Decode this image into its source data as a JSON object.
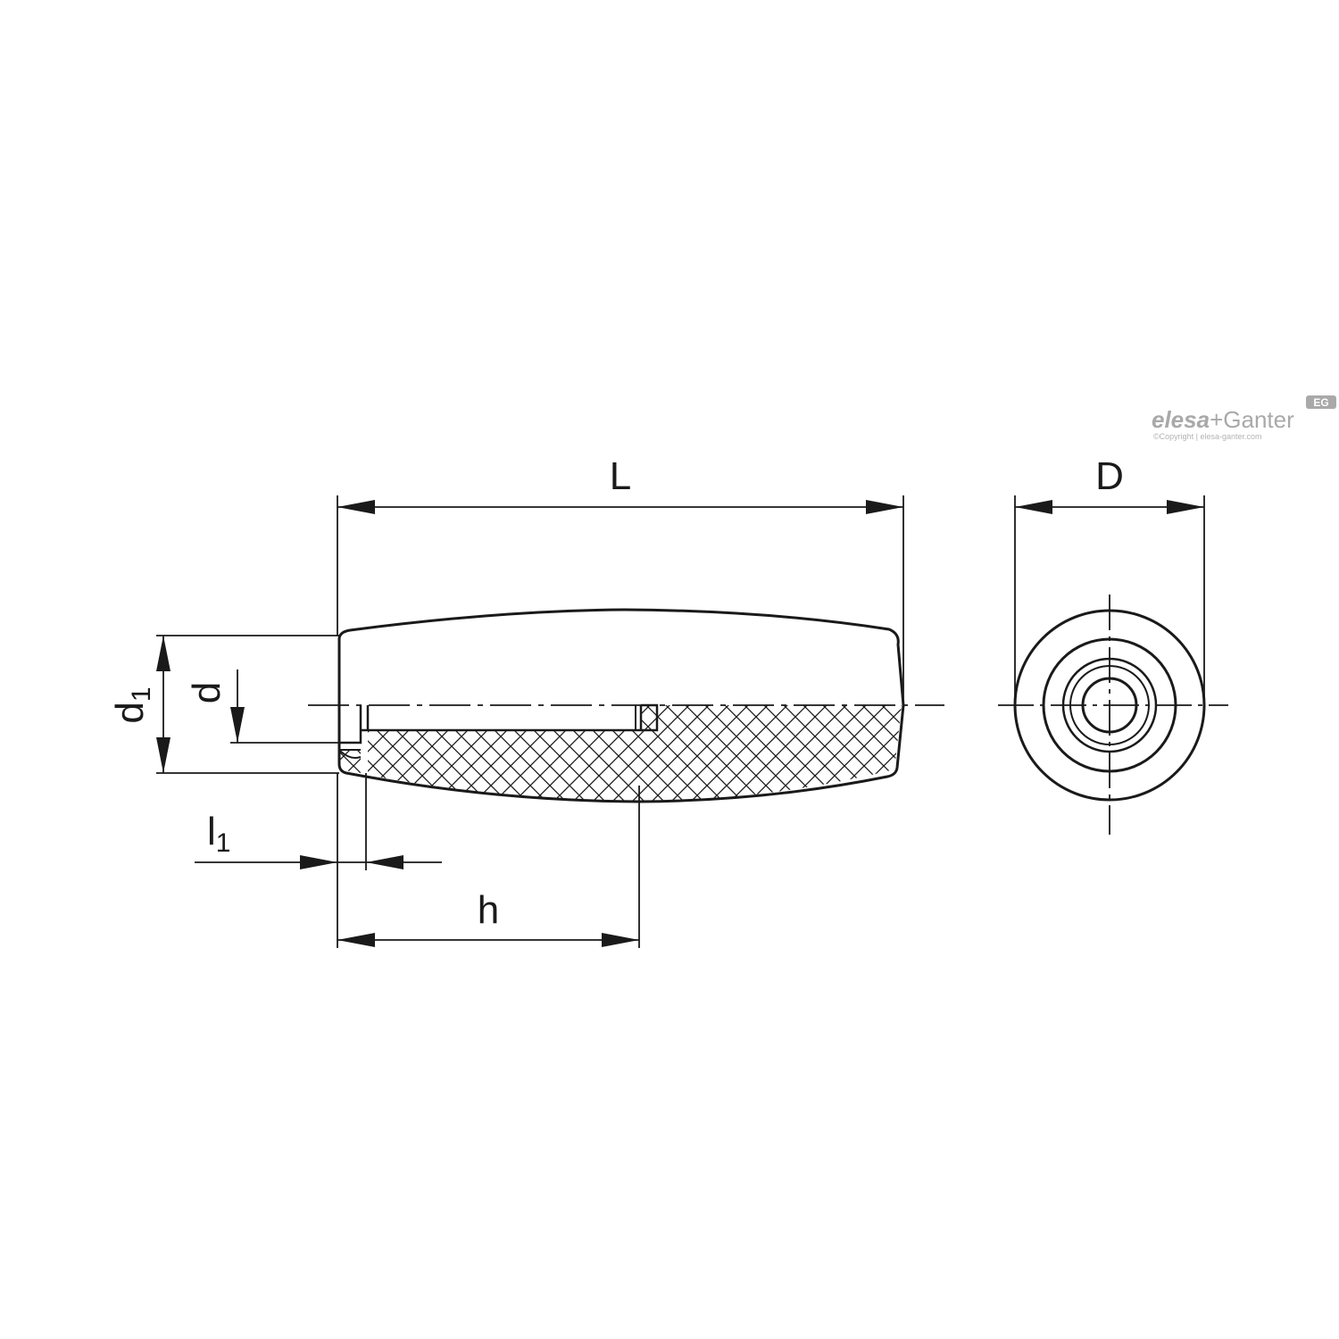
{
  "dimensions": {
    "L": "L",
    "D": "D",
    "d1_main": "d",
    "d1_sub": "1",
    "d": "d",
    "l1_main": "l",
    "l1_sub": "1",
    "h": "h"
  },
  "logo": {
    "brand_a": "elesa",
    "plus": "+",
    "brand_b": "Ganter",
    "badge": "EG",
    "copyright": "©Copyright | elesa-ganter.com"
  },
  "colors": {
    "line": "#1a1a1a",
    "logo": "#a9a9a9"
  }
}
